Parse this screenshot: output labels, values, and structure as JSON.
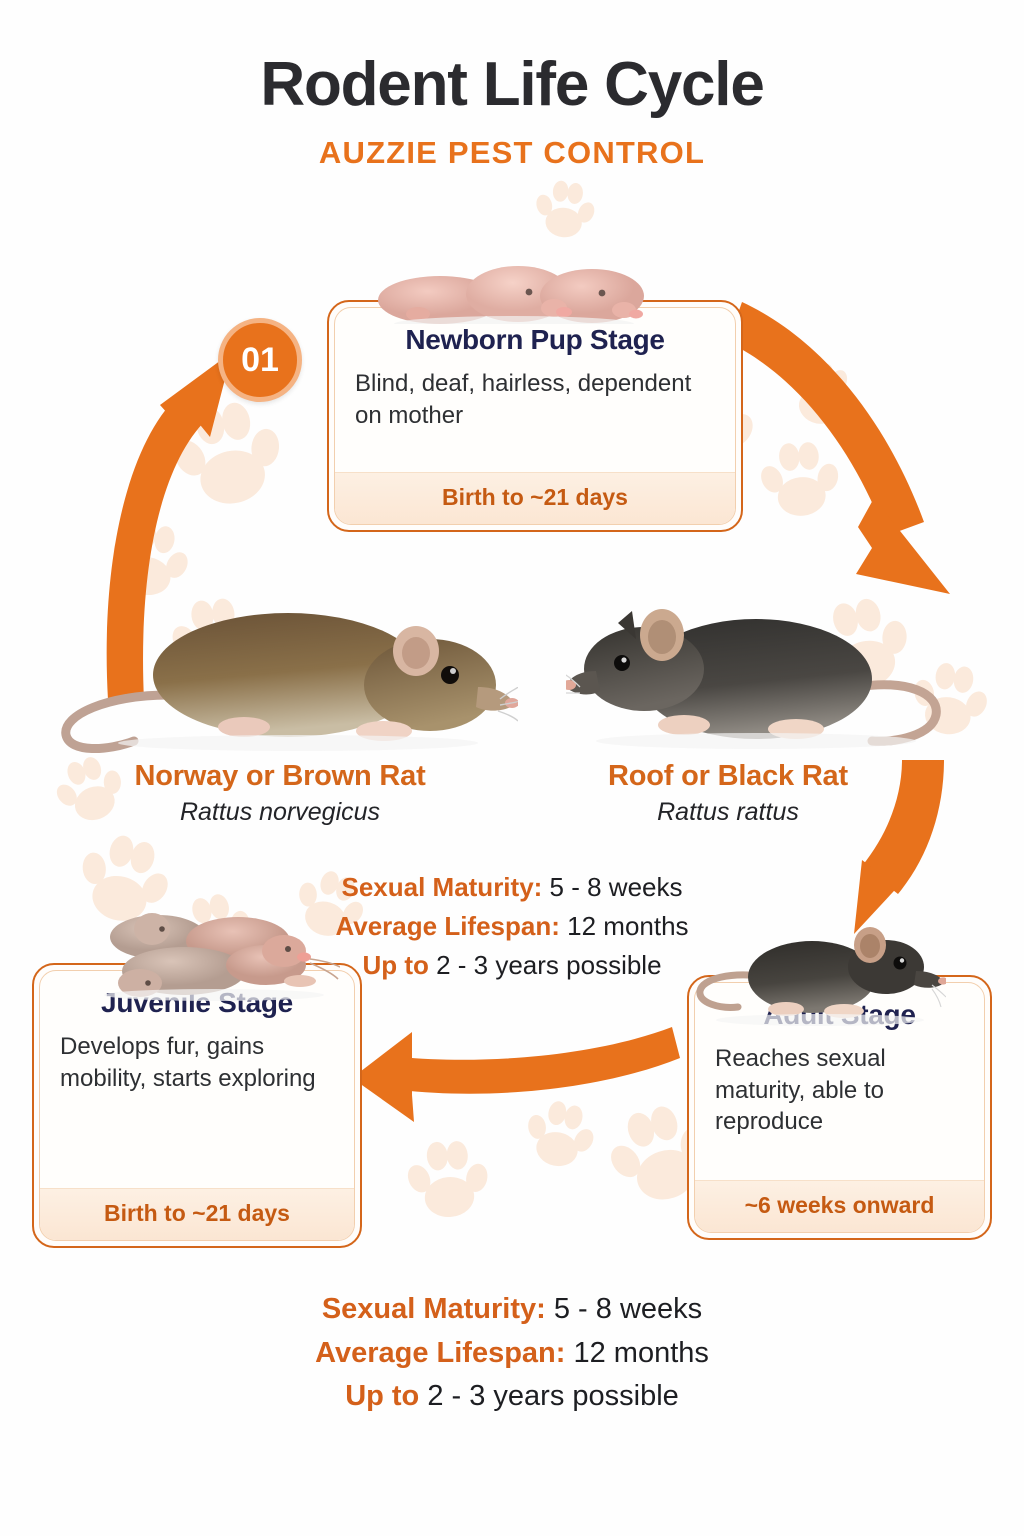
{
  "header": {
    "title": "Rodent Life Cycle",
    "subtitle": "AUZZIE PEST CONTROL"
  },
  "colors": {
    "accent_orange": "#E8721C",
    "deep_orange": "#D4661A",
    "band_text": "#C55A12",
    "title_dark": "#2B2B2F",
    "card_title_navy": "#1F2250",
    "band_bg": "#FBE6D3",
    "paw_watermark": "#FBEADC"
  },
  "stages": [
    {
      "number": "01",
      "title": "Newborn Pup Stage",
      "description": "Blind, deaf, hairless, dependent on mother",
      "duration": "Birth to ~21 days",
      "image": "newborn-pups-photo"
    },
    {
      "number": "",
      "title": "Adult Stage",
      "description": "Reaches sexual maturity, able to reproduce",
      "duration": "~6 weeks onward",
      "image": "adult-rat-photo"
    },
    {
      "number": "",
      "title": "Juvenile Stage",
      "description": "Develops fur, gains mobility, starts exploring",
      "duration": "Birth to ~21 days",
      "image": "juvenile-pups-photo"
    }
  ],
  "species": [
    {
      "common_name": "Norway or Brown Rat",
      "scientific_name": "Rattus norvegicus",
      "image": "brown-rat-photo"
    },
    {
      "common_name": "Roof or Black Rat",
      "scientific_name": "Rattus rattus",
      "image": "black-rat-photo"
    }
  ],
  "facts_middle": [
    {
      "label": "Sexual Maturity:",
      "value": "5 - 8 weeks"
    },
    {
      "label": "Average Lifespan:",
      "value": "12 months"
    },
    {
      "label": "Up to",
      "value": "2 - 3 years possible"
    }
  ],
  "facts_bottom": [
    {
      "label": "Sexual Maturity:",
      "value": "5 - 8 weeks"
    },
    {
      "label": "Average Lifespan:",
      "value": "12 months"
    },
    {
      "label": "Up to",
      "value": "2 - 3 years possible"
    }
  ],
  "flow_arrows": [
    {
      "name": "arrow-juvenile-to-newborn",
      "direction": "up-right-curve"
    },
    {
      "name": "arrow-newborn-to-right",
      "direction": "down-right-curve"
    },
    {
      "name": "arrow-right-to-adult",
      "direction": "down-left-curve"
    },
    {
      "name": "arrow-adult-to-juvenile",
      "direction": "left"
    }
  ]
}
